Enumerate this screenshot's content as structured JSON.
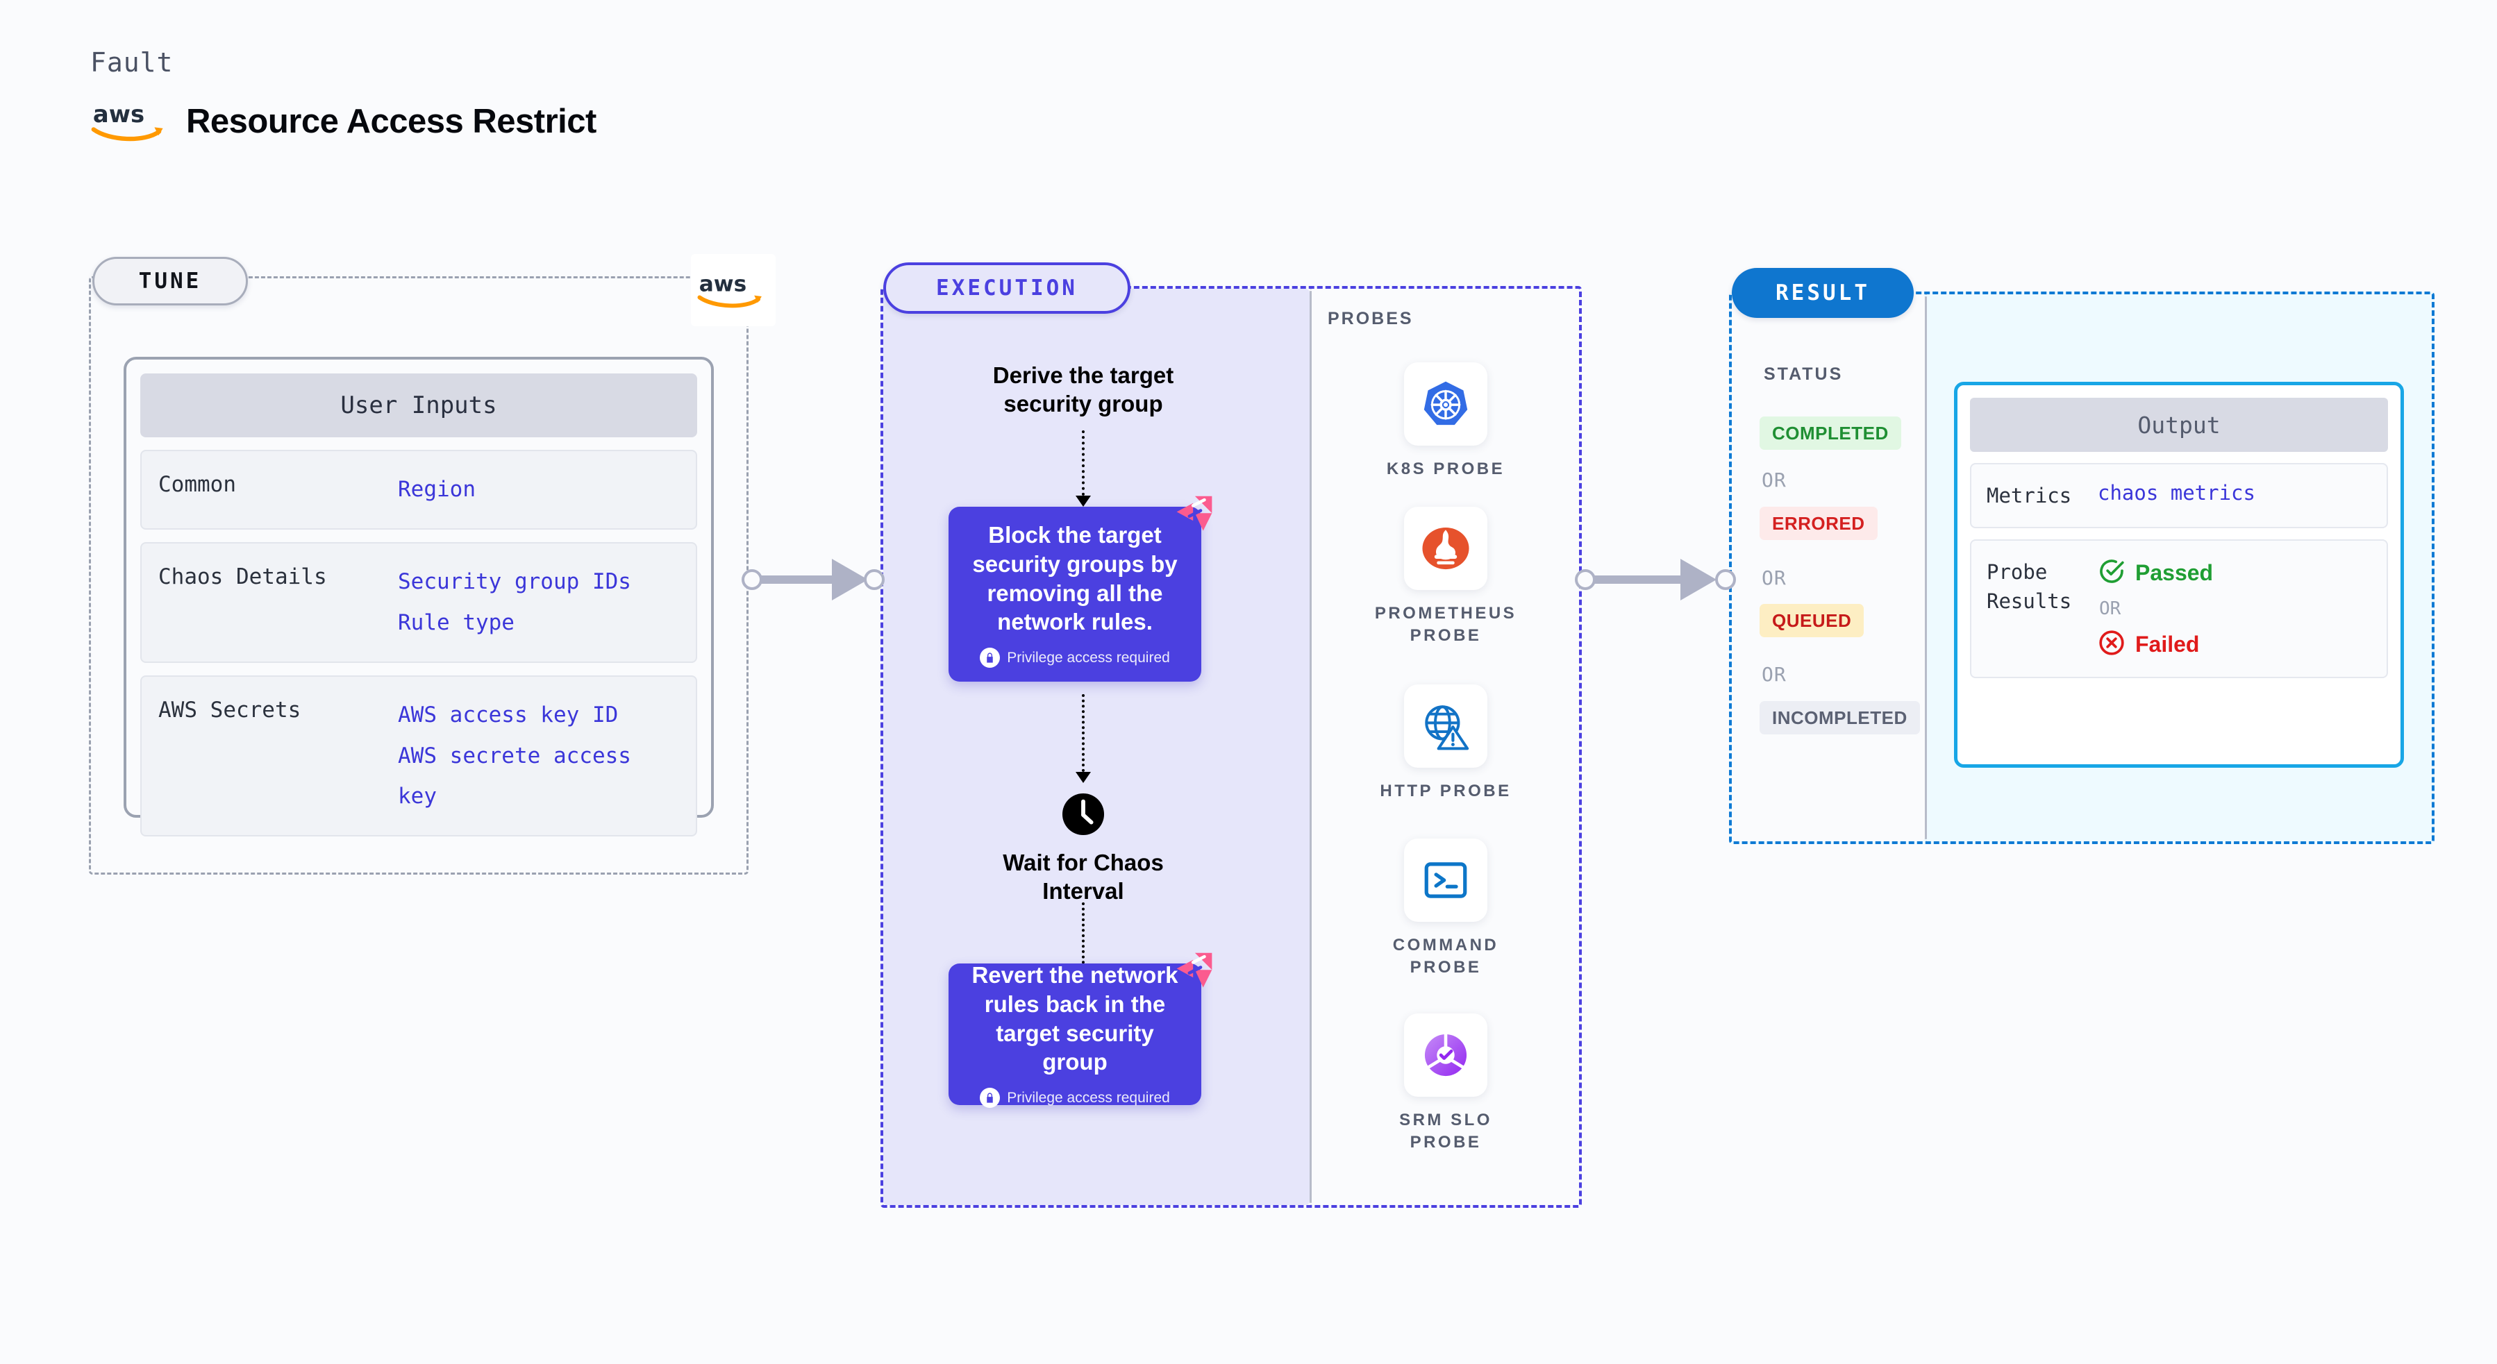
{
  "header": {
    "kind_label": "Fault",
    "title": "Resource Access Restrict",
    "logo_icon": "aws-logo"
  },
  "tune": {
    "pill_label": "TUNE",
    "logo_icon": "aws-logo",
    "card_title": "User Inputs",
    "rows": [
      {
        "key": "Common",
        "values": [
          "Region"
        ]
      },
      {
        "key": "Chaos Details",
        "values": [
          "Security group IDs",
          "Rule type"
        ]
      },
      {
        "key": "AWS Secrets",
        "values": [
          "AWS access key ID",
          "AWS secrete access key"
        ]
      }
    ]
  },
  "execution": {
    "pill_label": "EXECUTION",
    "steps": [
      {
        "type": "label",
        "text": "Derive the target security group"
      },
      {
        "type": "card",
        "text": "Block the target security groups by removing all the network rules.",
        "badge": "Privilege access required",
        "badge_icon": "lock-icon",
        "corner_icon": "harness-corner-badge"
      },
      {
        "type": "label",
        "text": "Wait for Chaos Interval",
        "icon": "clock-icon"
      },
      {
        "type": "card",
        "text": "Revert the network rules back in the target security group",
        "badge": "Privilege access required",
        "badge_icon": "lock-icon",
        "corner_icon": "harness-corner-badge"
      }
    ]
  },
  "probes": {
    "section_label": "PROBES",
    "items": [
      {
        "label": "K8S PROBE",
        "icon": "kubernetes-icon"
      },
      {
        "label": "PROMETHEUS PROBE",
        "icon": "prometheus-icon"
      },
      {
        "label": "HTTP PROBE",
        "icon": "http-globe-warning-icon"
      },
      {
        "label": "COMMAND PROBE",
        "icon": "terminal-icon"
      },
      {
        "label": "SRM SLO PROBE",
        "icon": "srm-slo-icon"
      }
    ]
  },
  "result": {
    "pill_label": "RESULT",
    "status_heading": "STATUS",
    "or_label": "OR",
    "statuses": [
      {
        "label": "COMPLETED",
        "color": "#1f8f33",
        "bg": "#e1f7e3"
      },
      {
        "label": "ERRORED",
        "color": "#d42020",
        "bg": "#fdeaea"
      },
      {
        "label": "QUEUED",
        "color": "#c61a1a",
        "bg": "#fdeec3"
      },
      {
        "label": "INCOMPLETED",
        "color": "#5b6173",
        "bg": "#eceef4"
      }
    ],
    "output": {
      "card_title": "Output",
      "metrics_key": "Metrics",
      "metrics_value": "chaos metrics",
      "probe_results_key": "Probe Results",
      "or_label": "OR",
      "passed_label": "Passed",
      "passed_icon": "check-circle-icon",
      "failed_label": "Failed",
      "failed_icon": "x-circle-icon"
    }
  },
  "colors": {
    "purple": "#4b40e0",
    "lavender": "#e6e6fa",
    "blue": "#0f76cf",
    "cyan": "#18a6e6",
    "pink": "#fb5b8f",
    "aws_orange": "#f5a623",
    "link_blue": "#3b36d9"
  }
}
